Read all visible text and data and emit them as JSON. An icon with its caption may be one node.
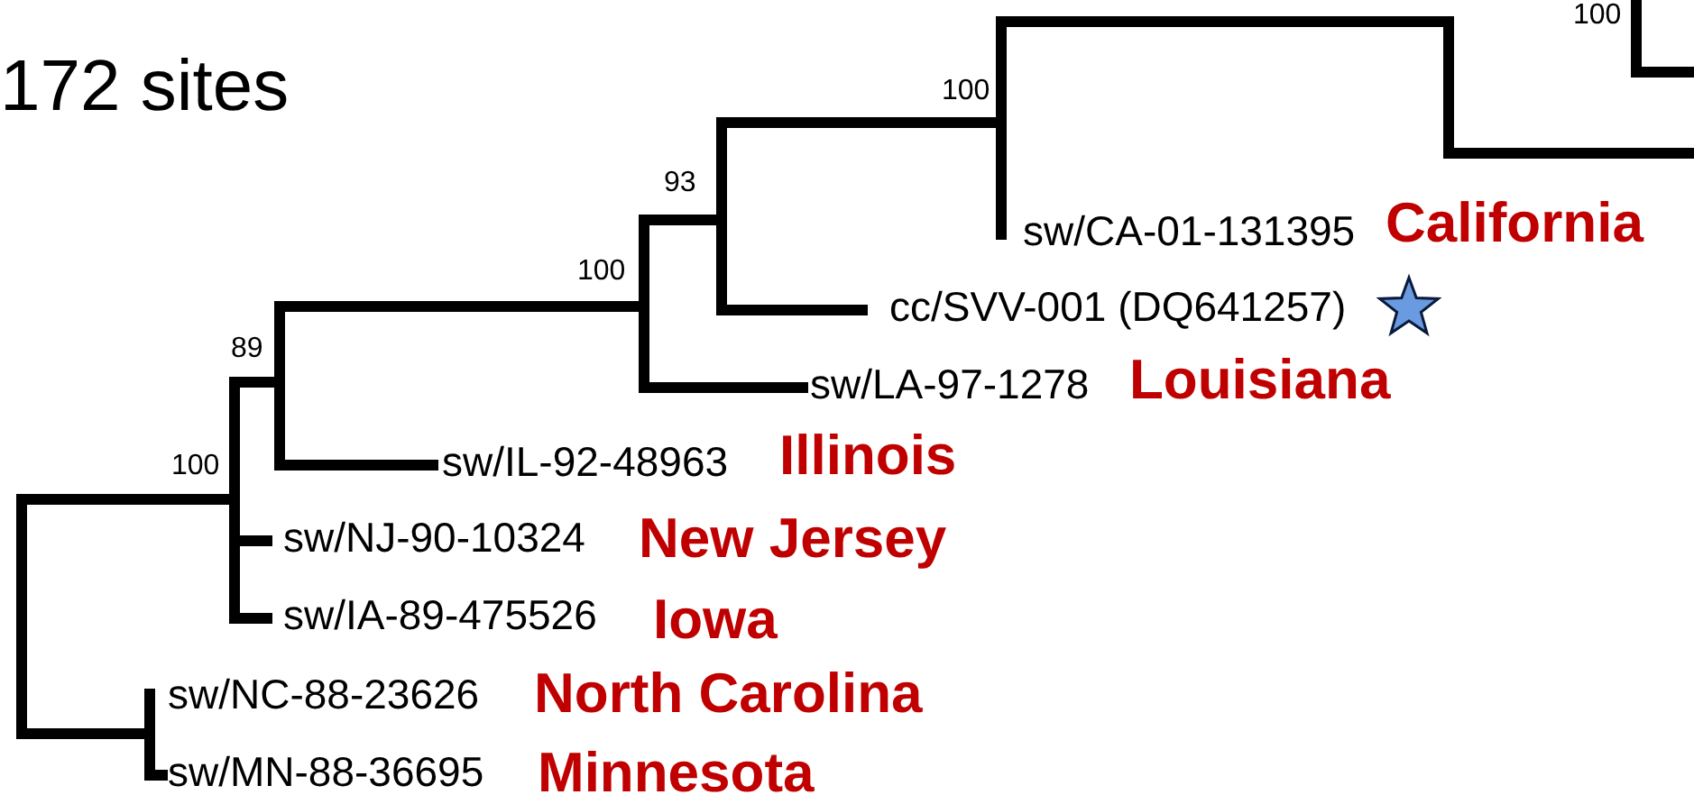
{
  "diagram": {
    "labels": [
      "172 sites",
      "100",
      "100",
      "sw/CA-01-131395",
      "California",
      "93",
      "cc/SVV-001 (DQ641257)",
      "100",
      "89",
      "sw/LA-97-1278",
      "Louisiana",
      "sw/IL-92-48963",
      "Illinois",
      "100",
      "sw/NJ-90-10324",
      "New Jersey",
      "sw/IA-89-475526",
      "Iowa",
      "sw/NC-88-23626",
      "North Carolina",
      "sw/MN-88-36695",
      "Minnesota"
    ]
  }
}
